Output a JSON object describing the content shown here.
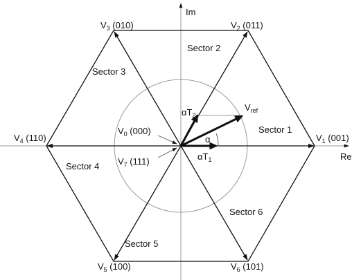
{
  "axes": {
    "real": "Re",
    "imag": "Im"
  },
  "vectors": {
    "v1": {
      "main": "V",
      "sub": "1",
      "code": " (001)"
    },
    "v2": {
      "main": "V",
      "sub": "2",
      "code": " (011)"
    },
    "v3": {
      "main": "V",
      "sub": "3",
      "code": " (010)"
    },
    "v4": {
      "main": "V",
      "sub": "4",
      "code": " (110)"
    },
    "v5": {
      "main": "V",
      "sub": "5",
      "code": " (100)"
    },
    "v6": {
      "main": "V",
      "sub": "6",
      "code": " (101)"
    },
    "v0": {
      "main": "V",
      "sub": "0",
      "code": " (000)"
    },
    "v7": {
      "main": "V",
      "sub": "7",
      "code": " (111)"
    }
  },
  "sectors": {
    "s1": "Sector 1",
    "s2": "Sector 2",
    "s3": "Sector 3",
    "s4": "Sector 4",
    "s5": "Sector 5",
    "s6": "Sector 6"
  },
  "reference": {
    "main": "V",
    "sub": "ref"
  },
  "components": {
    "t1": {
      "main": "αT",
      "sub": "1"
    },
    "t2": {
      "main": "αT",
      "sub": "2"
    }
  },
  "angle_label": "α"
}
